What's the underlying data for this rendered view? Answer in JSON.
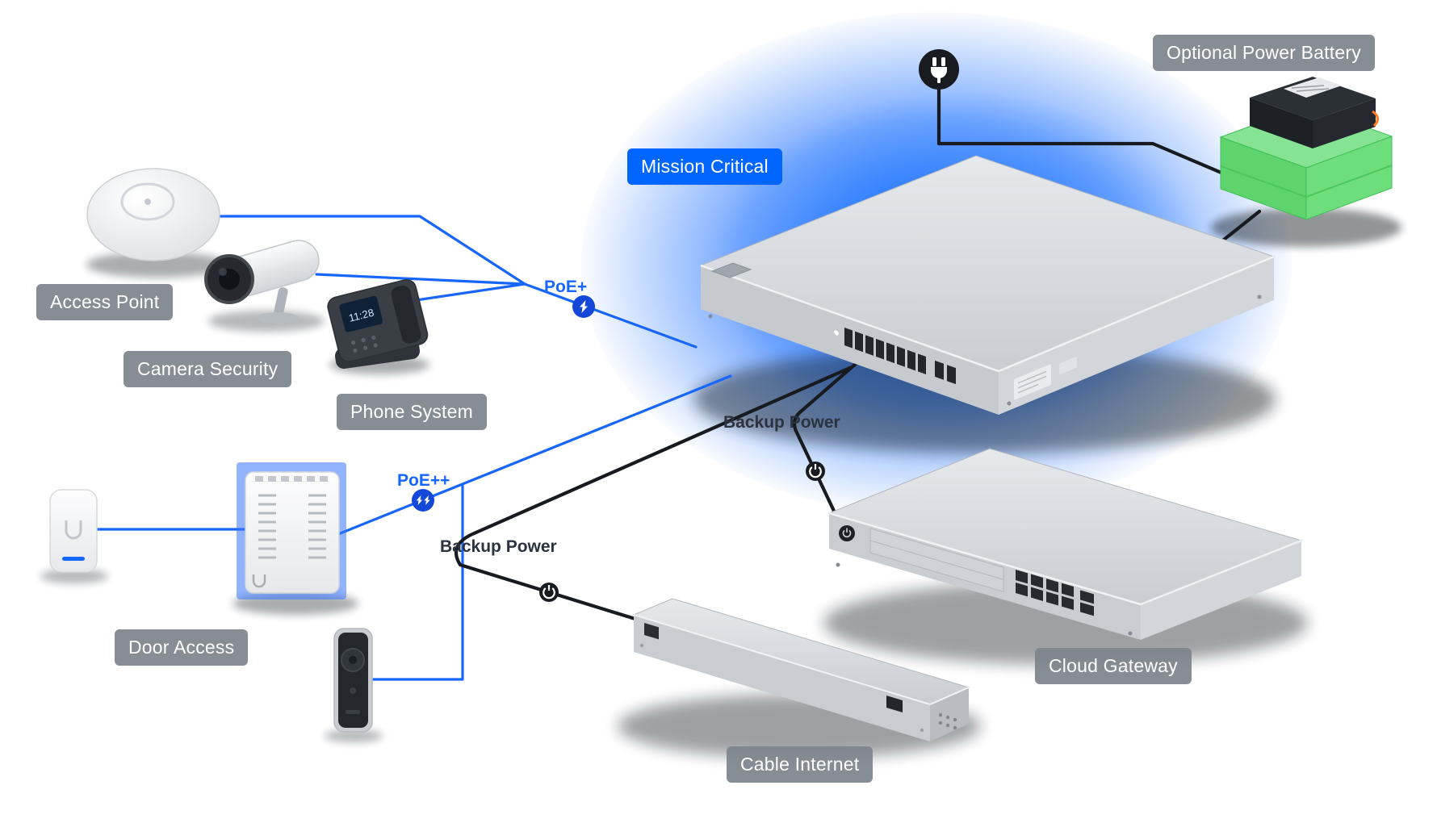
{
  "badges": {
    "mission_critical": "Mission Critical",
    "optional_power_battery": "Optional Power Battery",
    "access_point": "Access Point",
    "camera_security": "Camera Security",
    "phone_system": "Phone System",
    "door_access": "Door Access",
    "cloud_gateway": "Cloud Gateway",
    "cable_internet": "Cable Internet"
  },
  "connection_labels": {
    "poe_plus": "PoE+",
    "poe_plus_plus": "PoE++",
    "backup_power_to_gateway": "Backup Power",
    "backup_power_to_modem": "Backup Power"
  },
  "devices": {
    "phone": {
      "screen_time": "11:28"
    }
  },
  "icons": {
    "plug-icon": "power plug",
    "poe-plus-bolt-icon": "lightning bolt",
    "poe-plus-plus-bolt-icon": "double lightning bolt",
    "backup-power-icon": "power symbol"
  },
  "colors": {
    "accent_blue": "#0066ff",
    "line_blue": "#1766ff",
    "line_black": "#171a1f",
    "badge_gray": "#7d848d",
    "battery_green": "#5ed46d",
    "glow_blue": "#0a64ff"
  }
}
